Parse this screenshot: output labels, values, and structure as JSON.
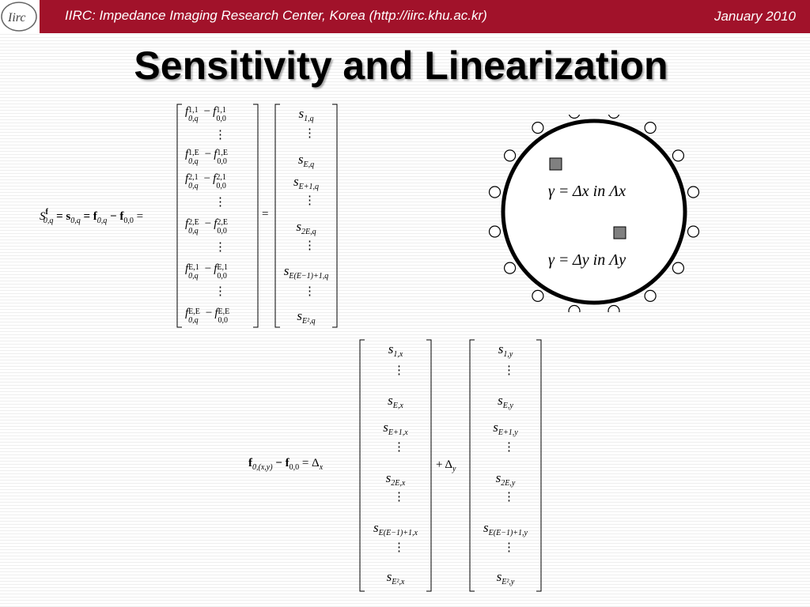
{
  "header": {
    "title": "IIRC: Impedance Imaging Research Center, Korea (http://iirc.khu.ac.kr)",
    "date": "January 2010",
    "logo_text": "IIRC"
  },
  "slide": {
    "title": "Sensitivity and Linearization"
  },
  "equation1": {
    "lhs": "S",
    "lhs_sup": "f",
    "lhs_sub": "0,q",
    "eq1": "= s",
    "eq1_sub": "0,q",
    "eq2": "= f",
    "eq2_sub": "0,q",
    "minus": "− f",
    "minus_sub": "0,0",
    "equals": "=",
    "matrix_rows": [
      {
        "a_sub": "0,q",
        "a_sup": "1,1",
        "b_sub": "0,0",
        "b_sup": "1,1"
      },
      {
        "a_sub": "0,q",
        "a_sup": "1,E",
        "b_sub": "0,0",
        "b_sup": "1,E"
      },
      {
        "a_sub": "0,q",
        "a_sup": "2,1",
        "b_sub": "0,0",
        "b_sup": "2,1"
      },
      {
        "a_sub": "0,q",
        "a_sup": "2,E",
        "b_sub": "0,0",
        "b_sup": "2,E"
      },
      {
        "a_sub": "0,q",
        "a_sup": "E,1",
        "b_sub": "0,0",
        "b_sup": "E,1"
      },
      {
        "a_sub": "0,q",
        "a_sup": "E,E",
        "b_sub": "0,0",
        "b_sup": "E,E"
      }
    ],
    "s_vector": [
      "1,q",
      "E,q",
      "E+1,q",
      "2E,q",
      "E(E−1)+1,q",
      "E²,q"
    ],
    "mid_equals": "="
  },
  "equation2": {
    "lhs": "f",
    "lhs_sub": "0,(x,y)",
    "minus": "− f",
    "minus_sub": "0,0",
    "equals_delta": "= Δ",
    "delta_sub": "x",
    "plus_delta": "+ Δ",
    "plus_sub": "y",
    "x_vector": [
      "1,x",
      "E,x",
      "E+1,x",
      "2E,x",
      "E(E−1)+1,x",
      "E²,x"
    ],
    "y_vector": [
      "1,y",
      "E,y",
      "E+1,y",
      "2E,y",
      "E(E−1)+1,y",
      "E²,y"
    ]
  },
  "diagram": {
    "label_x": "γ = Δx  in Λx",
    "label_y": "γ = Δy  in Λy",
    "electrode_count": 16,
    "colors": {
      "anomaly": "#808080",
      "outline": "#000000",
      "header": "#a1122a"
    }
  }
}
